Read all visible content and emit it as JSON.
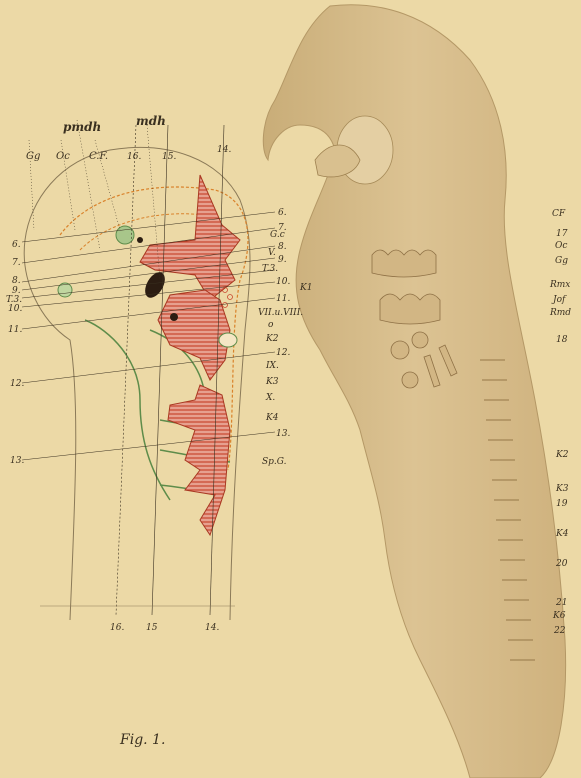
{
  "figure": {
    "caption": "Fig. 1."
  },
  "top_labels": {
    "pmdh": "pmdh",
    "mdh": "mdh"
  },
  "header_labels": {
    "gg": "Gg",
    "oc": "Oc",
    "cf": "C.F.",
    "n16": "16.",
    "n15": "15.",
    "n14": "14."
  },
  "left_labels": {
    "n6": "6.",
    "n7": "7.",
    "n8": "8.",
    "n9": "9.",
    "t3": "T.3.",
    "n10": "10.",
    "n11": "11.",
    "n12": "12.",
    "n13": "13."
  },
  "right_labels": {
    "n6": "6.",
    "n7": "7.",
    "gc": "G.c",
    "n8": "8.",
    "v": "V.",
    "n9": "9.",
    "t3": "T.3.",
    "n10": "10.",
    "k1": "K1",
    "n11": "11.",
    "vii": "VII.u.VIII.",
    "o": "o",
    "k2": "K2",
    "n12": "12.",
    "ix": "IX.",
    "k3": "K3",
    "x": "X.",
    "k4": "K4",
    "n13": "13.",
    "spg": "Sp.G."
  },
  "bottom_labels": {
    "n16": "16.",
    "n15": "15",
    "n14": "14."
  },
  "embryo_labels": {
    "cf": "CF",
    "n17": "17",
    "oc": "Oc",
    "gg": "Gg",
    "rmx": "Rmx",
    "jof": "Jof",
    "rmd": "Rmd",
    "n18": "18",
    "k2": "K2",
    "k3": "K3",
    "n19": "19",
    "k4": "K4",
    "n20": "20",
    "n21": "21",
    "k6": "K6",
    "n22": "22"
  },
  "colors": {
    "paper": "#ecd9a6",
    "embryo": "#d7bd8a",
    "red_structure": "#c9472e",
    "green_structure": "#5e8c4a",
    "orange_line": "#d9822b"
  }
}
